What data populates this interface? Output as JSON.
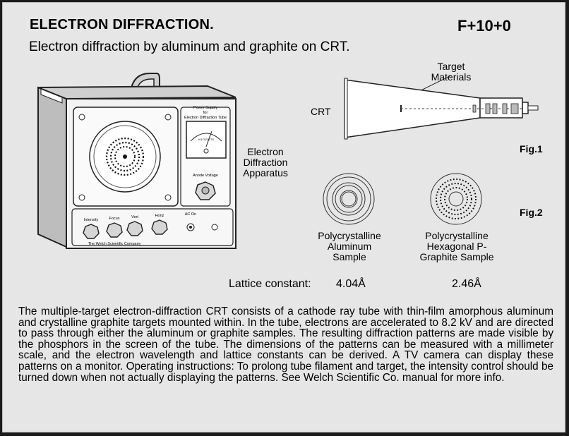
{
  "header": {
    "title": "ELECTRON DIFFRACTION.",
    "code": "F+10+0",
    "subtitle": "Electron diffraction by aluminum and graphite on CRT."
  },
  "apparatus": {
    "label": "Electron Diffraction Apparatus",
    "panel_title": "Power Supply for Electron Diffraction Tube",
    "meter_label": "KILOVOLTS",
    "anode_label": "Anode Voltage",
    "knobs": [
      "Intensity",
      "Focus",
      "Vert",
      "Horiz"
    ],
    "ac_label": "AC On",
    "company": "The Welch Scientific Company"
  },
  "figure1": {
    "crt_label": "CRT",
    "target_label": "Target Materials",
    "fig_label": "Fig.1"
  },
  "figure2": {
    "fig_label": "Fig.2",
    "aluminum_label": "Polycrystalline Aluminum Sample",
    "graphite_label": "Polycrystalline Hexagonal P-Graphite Sample"
  },
  "lattice": {
    "label": "Lattice constant:",
    "aluminum_value": "4.04Å",
    "graphite_value": "2.46Å"
  },
  "description": "The multiple-target electron-diffraction CRT consists of a cathode ray tube with thin-film amorphous aluminum and crystalline graphite targets mounted within. In the tube, electrons are accelerated to 8.2 kV and are directed to pass through either the aluminum or graphite samples. The resulting diffraction patterns are made visible by the phosphors in the screen of the tube. The dimensions of the patterns can be measured with a millimeter scale, and the electron wavelength and lattice constants can be derived. A TV camera can display these patterns on a monitor. Operating instructions: To prolong tube filament and target, the intensity control should be turned down when not actually displaying the patterns. See Welch Scientific Co. manual for more info."
}
